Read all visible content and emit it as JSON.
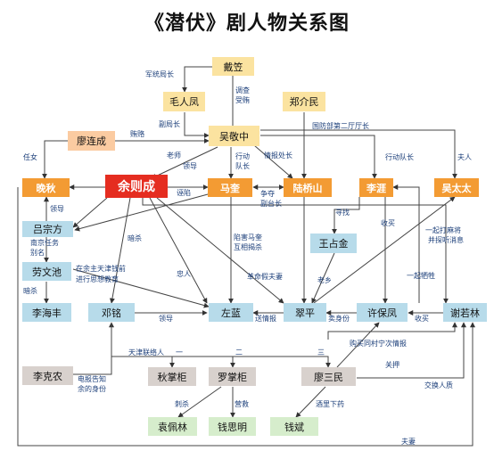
{
  "title": "《潜伏》剧人物关系图",
  "nodes": {
    "dai_li": "戴笠",
    "mao_renfeng": "毛人凤",
    "zheng_jiemin": "郑介民",
    "wu_jingzhong": "吴敬中",
    "liao_liancheng": "廖连成",
    "wan_qiu": "晚秋",
    "yu_zecheng": "余则成",
    "ma_kui": "马奎",
    "lu_qiaoshan": "陆桥山",
    "li_ya": "李涯",
    "wu_taitai": "吴太太",
    "lv_zongfang": "吕宗方",
    "wang_zhanjin": "王占金",
    "lao_wenchi": "劳文池",
    "li_haifeng": "李海丰",
    "deng_ming": "邓铭",
    "zuo_lan": "左蓝",
    "cui_ping": "翠平",
    "xu_baofeng": "许保凤",
    "xie_ruolin": "谢若林",
    "li_kenong": "李克农",
    "qiu_zhanggui": "秋掌柜",
    "luo_zhanggui": "罗掌柜",
    "liao_sanmin": "廖三民",
    "yuan_peilin": "袁佩林",
    "qian_siming": "钱思明",
    "qian_bin": "钱斌"
  },
  "labels": {
    "junzhen_juzhang": "军统局长",
    "diaocha_shouhui": [
      "调查",
      "受贿"
    ],
    "fu_juzhang": "副局长",
    "guofangbu": "国防部第二厅厅长",
    "huilu": "贿赂",
    "renv": "任女",
    "laoshi": "老师",
    "lingdao_1": "领导",
    "xingdong_duizhang_1": [
      "行动",
      "队长"
    ],
    "qingbao_chuzhang": "情报处长",
    "xingdong_duizhang_2": "行动队长",
    "furen": "夫人",
    "lingdao_2": "领导",
    "xianhai": "诬陷",
    "zhengduo_futaizhang": [
      "争夺",
      "副台长"
    ],
    "xunzhao": "寻找",
    "shoumai_1": "收买",
    "nanjing_renwu_bieming": [
      "南京任务",
      "别名"
    ],
    "ansha_1": "暗杀",
    "xianhai_makui": [
      "陷害马奎",
      "互相揭杀"
    ],
    "yiqi_dama": [
      "一起打麻将",
      "并探听消息"
    ],
    "zai_yuzhu": [
      "在余主天津钱前",
      "进行思想教育"
    ],
    "ansha_2": "暗杀",
    "zhongren": "忠人",
    "gemingfu_fuqi": "革命假夫妻",
    "laoxiang": "老乡",
    "yiqi_xisi": "一起牺牲",
    "lingdao_3": "领导",
    "songqingbao": "送情报",
    "mai_shenfen": "卖身份",
    "shoumai_2": "收买",
    "tianjin_lianluoren": "天津联络人",
    "yi": "一",
    "er": "二",
    "san": "三",
    "goumai_ningzhi": "购买同村宁次情报",
    "guanya": "关押",
    "dianbao_gaozhi": [
      "电报告知",
      "余的身份"
    ],
    "jiaohuan_renzhi": "交换人质",
    "cisha": "刺杀",
    "danjiu": "营救",
    "jiuli_xiayao": "酒里下药",
    "fuqi": "夫妻"
  }
}
